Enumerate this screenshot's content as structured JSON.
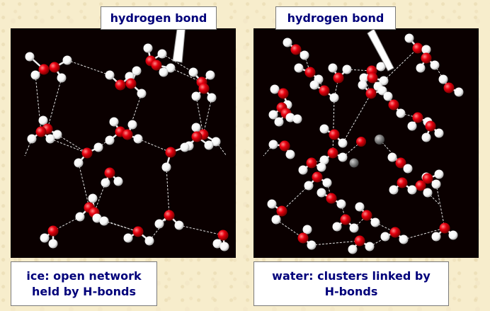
{
  "ice": {
    "callout": "hydrogen bond",
    "caption": "ice: open network\nheld by H-bonds"
  },
  "water": {
    "callout": "hydrogen bond",
    "caption": "water: clusters linked by\nH-bonds"
  },
  "colors": {
    "oxygen": "#e8000f",
    "hydrogen": "#f4f4f4",
    "hbond": "#e0e0e0",
    "carbon": "#808080",
    "panel": "#0a0000",
    "text": "#00007a"
  }
}
